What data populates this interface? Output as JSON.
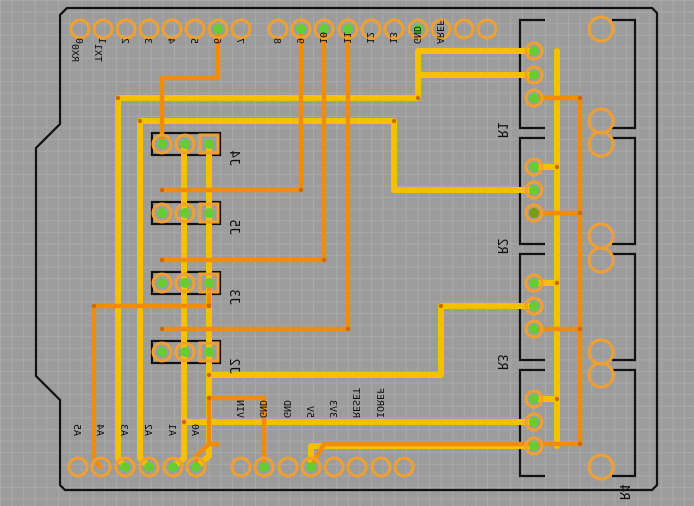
{
  "colors": {
    "board_outline": "#111111",
    "trace_orange": "#f08c0a",
    "trace_yellow": "#f5c000",
    "pad_ring": "#f0a030",
    "pad_center": "#66cc33",
    "pad_center_dim": "#7a9a10"
  },
  "headers": {
    "top_digital_a_labels": [
      "0",
      "1",
      "2",
      "3",
      "4",
      "5",
      "6",
      "7"
    ],
    "top_digital_b_labels": [
      "8",
      "9",
      "10",
      "11",
      "12",
      "13",
      "GND",
      "AREF"
    ],
    "rx_label": "RX0",
    "tx_label": "TX1",
    "bottom_analog_labels": [
      "A5",
      "A4",
      "A3",
      "A2",
      "A1",
      "A0"
    ],
    "bottom_power_labels": [
      "VIN",
      "GND",
      "GND",
      "5V",
      "3V3",
      "RESET",
      "IOREF"
    ]
  },
  "connectors": [
    {
      "ref": "J4"
    },
    {
      "ref": "J5"
    },
    {
      "ref": "J3"
    },
    {
      "ref": "J2"
    }
  ],
  "resistors": [
    {
      "ref": "R1"
    },
    {
      "ref": "R2"
    },
    {
      "ref": "R3"
    },
    {
      "ref": "R4"
    }
  ]
}
